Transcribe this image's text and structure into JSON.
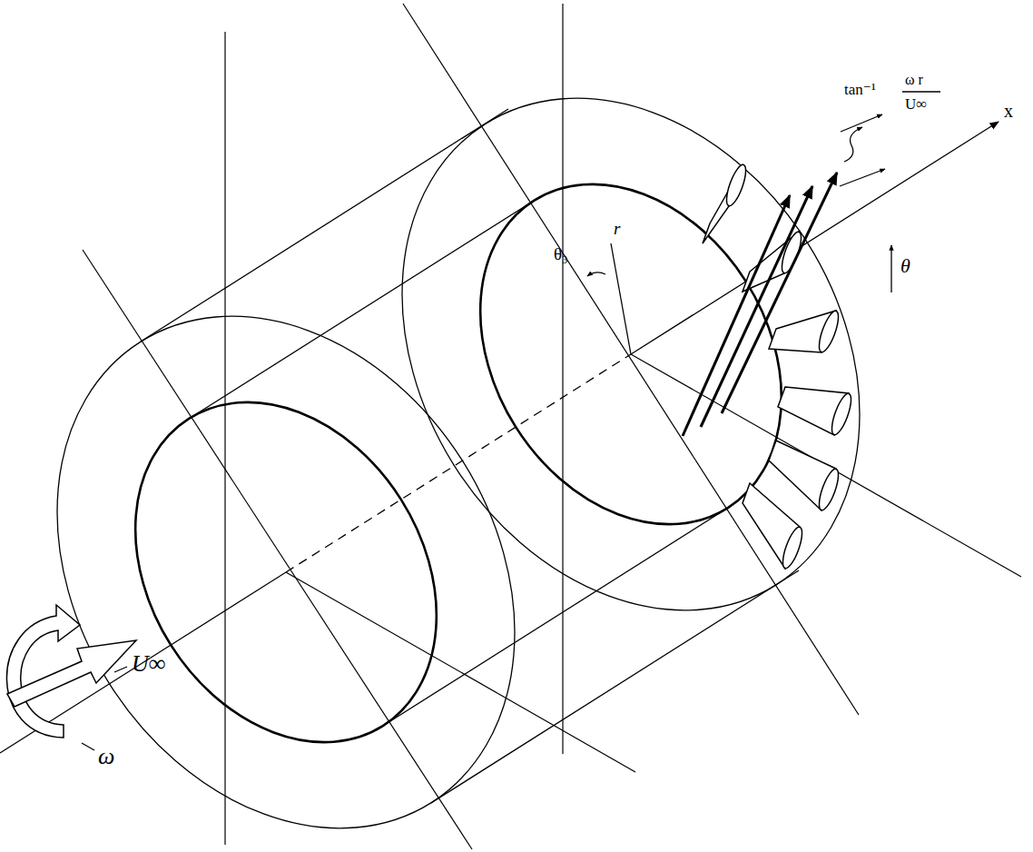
{
  "diagram": {
    "labels": [
      "x",
      "r",
      "θ₃",
      "tan⁻¹",
      "ω r",
      "U∞",
      "θ",
      "U∞",
      "ω"
    ]
  }
}
